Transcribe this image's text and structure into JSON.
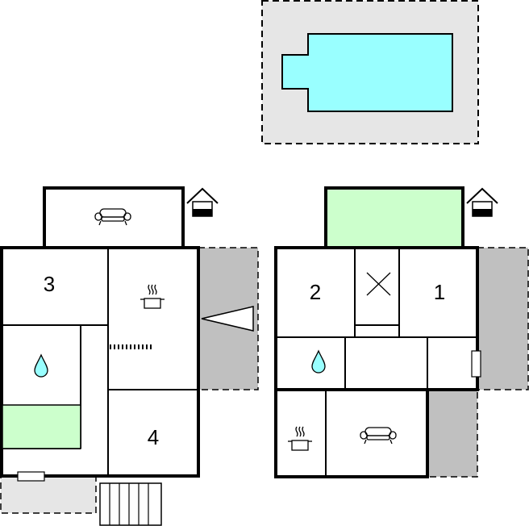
{
  "plan": {
    "colors": {
      "wall": "#000000",
      "pool_water": "#99ffff",
      "pool_deck": "#e6e6e6",
      "terrace_dark": "#c0c0c0",
      "terrace_light": "#e6e6e6",
      "green_area": "#ccffcc",
      "room_fill": "#ffffff"
    },
    "rooms": {
      "room_3": "3",
      "room_4": "4",
      "room_2": "2",
      "room_1": "1"
    },
    "icons": [
      "sofa-icon",
      "house-icon",
      "cooking-pot-icon",
      "water-drop-icon",
      "cross-icon",
      "door-arrow-icon",
      "stairs-icon",
      "radiator-icon"
    ]
  }
}
